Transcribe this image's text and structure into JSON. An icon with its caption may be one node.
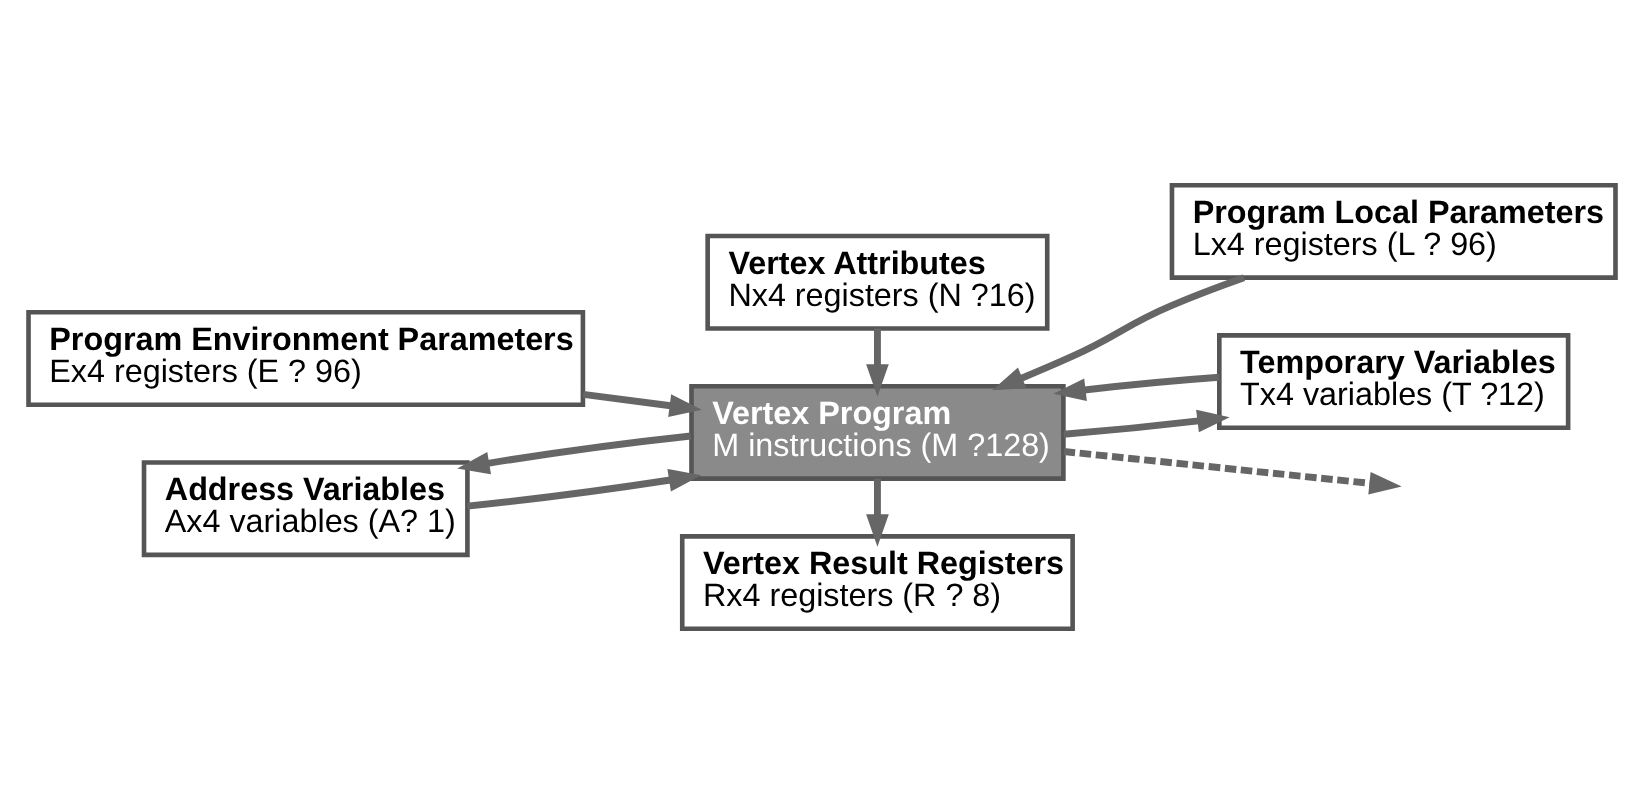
{
  "diagram": {
    "nodes": [
      {
        "text": [
          "Vertex Attributes",
          "Nx4 registers (N ?16)"
        ]
      },
      {
        "text": [
          "Program Environment Parameters",
          "Ex4 registers (E ? 96)"
        ]
      },
      {
        "text": [
          "Program Local Parameters",
          "Lx4 registers (L ? 96)"
        ]
      },
      {
        "text": [
          "Vertex Program",
          "M instructions (M ?128)"
        ]
      },
      {
        "text": [
          "Address Variables",
          "Ax4 variables (A? 1)"
        ]
      },
      {
        "text": [
          "Temporary Variables",
          "Tx4 variables (T ?12)"
        ]
      },
      {
        "text": [
          "Vertex Result Registers",
          "Rx4 registers (R ? 8)"
        ]
      }
    ],
    "edges": [
      {
        "from": 0,
        "to": 3,
        "arrow": "to"
      },
      {
        "from": 1,
        "to": 3,
        "arrow": "to"
      },
      {
        "from": 2,
        "to": 3,
        "arrow": "to"
      },
      {
        "from": 4,
        "to": 3,
        "arrow": "to"
      },
      {
        "from": 3,
        "to": 4,
        "arrow": "to"
      },
      {
        "from": 3,
        "to": 5,
        "arrow": "to"
      },
      {
        "from": 5,
        "to": 3,
        "arrow": "to"
      },
      {
        "from": 3,
        "to": 6,
        "arrow": "to"
      },
      {
        "from": 3,
        "to": null,
        "arrow": "to",
        "style": "dashed"
      }
    ]
  }
}
